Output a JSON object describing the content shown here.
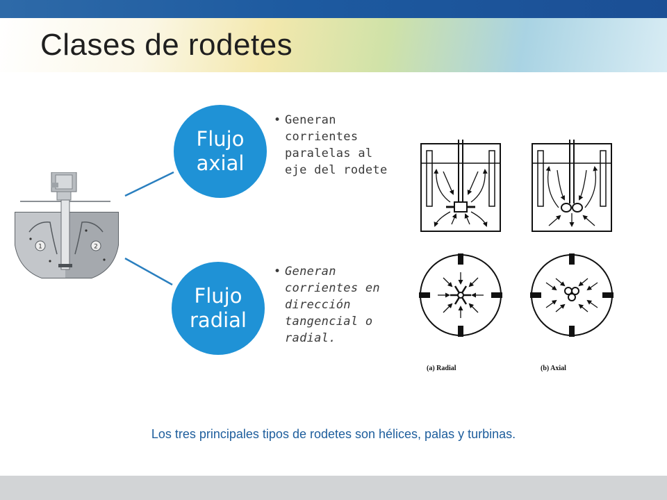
{
  "slide": {
    "title": "Clases de rodetes",
    "caption": "Los tres principales tipos de rodetes son hélices, palas y turbinas."
  },
  "flows": [
    {
      "label": "Flujo axial",
      "bullet": "Generan\ncorrientes\nparalelas al\neje del rodete"
    },
    {
      "label": "Flujo radial",
      "bullet": "Generan\ncorrientes en\ndirección\ntangencial o\nradial."
    }
  ],
  "tank_illustration": {
    "zone_labels": [
      "1",
      "2"
    ]
  },
  "flow_diagram": {
    "labels": [
      "(a)  Radial",
      "(b)  Axial"
    ]
  },
  "colors": {
    "circle": "#1f92d6",
    "caption": "#1d5d9c",
    "top_band": "#1d5aa0",
    "bottom_band": "#d2d4d6"
  }
}
